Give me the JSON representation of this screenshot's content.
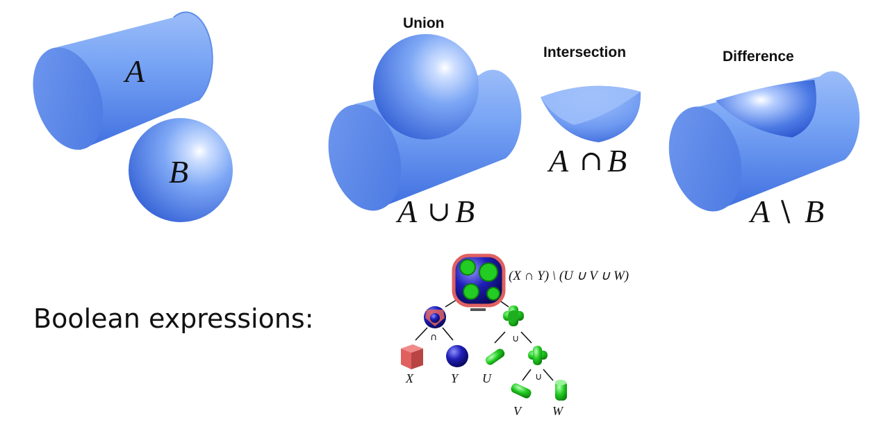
{
  "operations": {
    "union": "Union",
    "intersection": "Intersection",
    "difference": "Difference"
  },
  "objects": {
    "a_label": "A",
    "b_label": "B"
  },
  "formulas": {
    "union_a": "A",
    "union_op": "∪",
    "union_b": "B",
    "intersection_a": "A",
    "intersection_op": "∩",
    "intersection_b": "B",
    "difference_a": "A",
    "difference_op": "\\",
    "difference_b": "B"
  },
  "boolean_expressions": {
    "heading": "Boolean expressions:",
    "root_expression": "(X ∩ Y) \\ (U ∪ V ∪ W)",
    "root_operator": "−",
    "left_operator": "∩",
    "right_operator": "∪",
    "sub_operator": "∪",
    "leaves": {
      "x": "X",
      "y": "Y",
      "u": "U",
      "v": "V",
      "w": "W"
    }
  },
  "colors": {
    "solid_blue": "#5b8ff0",
    "tree_red": "#e06060",
    "tree_blue": "#1f1fb8",
    "tree_green": "#22cc22"
  }
}
